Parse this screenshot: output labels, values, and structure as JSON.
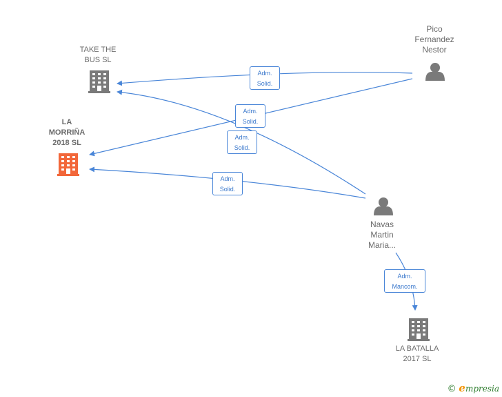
{
  "nodes": {
    "take_the_bus": {
      "label": "TAKE THE\nBUS  SL",
      "type": "company"
    },
    "la_morrina": {
      "label": "LA\nMORRIÑA\n2018  SL",
      "type": "company",
      "color": "#f2673a"
    },
    "la_batalla": {
      "label": "LA BATALLA\n2017  SL",
      "type": "company"
    },
    "pico": {
      "label": "Pico\nFernandez\nNestor",
      "type": "person"
    },
    "navas": {
      "label": "Navas\nMartin\nMaria...",
      "type": "person"
    }
  },
  "edges": {
    "pico_bus": {
      "label": "Adm.\nSolid."
    },
    "pico_morrina": {
      "label": "Adm.\nSolid."
    },
    "navas_bus": {
      "label": "Adm.\nSolid."
    },
    "navas_morrina": {
      "label": "Adm.\nSolid."
    },
    "navas_batalla": {
      "label": "Adm.\nMancom."
    }
  },
  "colors": {
    "edge": "#4a86d8",
    "icon_gray": "#7a7a7a",
    "icon_focus": "#f2673a"
  },
  "footer": {
    "copyright": "©",
    "brand_initial": "e",
    "brand_rest": "mpresia"
  }
}
